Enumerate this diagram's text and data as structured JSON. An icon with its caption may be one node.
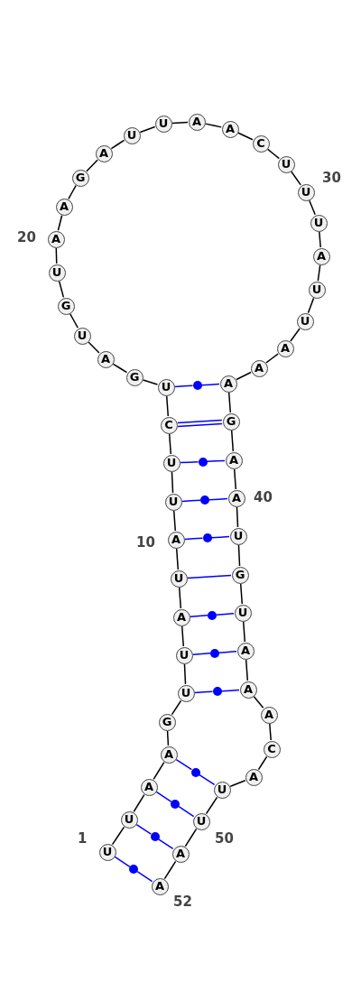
{
  "diagram": {
    "nodes": [
      {
        "text": [
          "U"
        ]
      },
      {
        "text": [
          "U"
        ]
      },
      {
        "text": [
          "A"
        ]
      },
      {
        "text": [
          "A"
        ]
      },
      {
        "text": [
          "G"
        ]
      },
      {
        "text": [
          "U"
        ]
      },
      {
        "text": [
          "U"
        ]
      },
      {
        "text": [
          "A"
        ]
      },
      {
        "text": [
          "U"
        ]
      },
      {
        "text": [
          "A"
        ]
      },
      {
        "text": [
          "U"
        ]
      },
      {
        "text": [
          "U"
        ]
      },
      {
        "text": [
          "C"
        ]
      },
      {
        "text": [
          "U"
        ]
      },
      {
        "text": [
          "G"
        ]
      },
      {
        "text": [
          "A"
        ]
      },
      {
        "text": [
          "U"
        ]
      },
      {
        "text": [
          "G"
        ]
      },
      {
        "text": [
          "U"
        ]
      },
      {
        "text": [
          "A"
        ]
      },
      {
        "text": [
          "A"
        ]
      },
      {
        "text": [
          "G"
        ]
      },
      {
        "text": [
          "A"
        ]
      },
      {
        "text": [
          "U"
        ]
      },
      {
        "text": [
          "U"
        ]
      },
      {
        "text": [
          "A"
        ]
      },
      {
        "text": [
          "A"
        ]
      },
      {
        "text": [
          "C"
        ]
      },
      {
        "text": [
          "U"
        ]
      },
      {
        "text": [
          "U"
        ]
      },
      {
        "text": [
          "U"
        ]
      },
      {
        "text": [
          "A"
        ]
      },
      {
        "text": [
          "U"
        ]
      },
      {
        "text": [
          "U"
        ]
      },
      {
        "text": [
          "A"
        ]
      },
      {
        "text": [
          "A"
        ]
      },
      {
        "text": [
          "A"
        ]
      },
      {
        "text": [
          "G"
        ]
      },
      {
        "text": [
          "A"
        ]
      },
      {
        "text": [
          "A"
        ]
      },
      {
        "text": [
          "U"
        ]
      },
      {
        "text": [
          "G"
        ]
      },
      {
        "text": [
          "U"
        ]
      },
      {
        "text": [
          "A"
        ]
      },
      {
        "text": [
          "A"
        ]
      },
      {
        "text": [
          "A"
        ]
      },
      {
        "text": [
          "C"
        ]
      },
      {
        "text": [
          "A"
        ]
      },
      {
        "text": [
          "U"
        ]
      },
      {
        "text": [
          "U"
        ]
      },
      {
        "text": [
          "A"
        ]
      },
      {
        "text": [
          "A"
        ]
      },
      {
        "text": [],
        "shape": "circle"
      },
      {
        "text": [],
        "shape": "circle"
      },
      {
        "text": [],
        "shape": "circle"
      },
      {
        "text": [],
        "shape": "circle"
      },
      {
        "text": [],
        "shape": "circle"
      },
      {
        "text": [],
        "shape": "circle"
      },
      {
        "text": [],
        "shape": "circle"
      },
      {
        "text": [],
        "shape": "circle"
      },
      {
        "text": [],
        "shape": "circle"
      },
      {
        "text": [],
        "shape": "circle"
      },
      {
        "text": [],
        "shape": "circle"
      }
    ],
    "edges": [
      {
        "from": 0,
        "to": 1,
        "arrow": "none"
      },
      {
        "from": 1,
        "to": 2,
        "arrow": "none"
      },
      {
        "from": 2,
        "to": 3,
        "arrow": "none"
      },
      {
        "from": 3,
        "to": 4,
        "arrow": "none"
      },
      {
        "from": 4,
        "to": 5,
        "arrow": "none"
      },
      {
        "from": 5,
        "to": 6,
        "arrow": "none"
      },
      {
        "from": 6,
        "to": 7,
        "arrow": "none"
      },
      {
        "from": 7,
        "to": 8,
        "arrow": "none"
      },
      {
        "from": 8,
        "to": 9,
        "arrow": "none"
      },
      {
        "from": 9,
        "to": 10,
        "arrow": "none"
      },
      {
        "from": 10,
        "to": 11,
        "arrow": "none"
      },
      {
        "from": 11,
        "to": 12,
        "arrow": "none"
      },
      {
        "from": 12,
        "to": 13,
        "arrow": "none"
      },
      {
        "from": 13,
        "to": 14,
        "arrow": "none"
      },
      {
        "from": 14,
        "to": 15,
        "arrow": "none"
      },
      {
        "from": 15,
        "to": 16,
        "arrow": "none"
      },
      {
        "from": 16,
        "to": 17,
        "arrow": "none"
      },
      {
        "from": 17,
        "to": 18,
        "arrow": "none"
      },
      {
        "from": 18,
        "to": 19,
        "arrow": "none"
      },
      {
        "from": 19,
        "to": 20,
        "arrow": "none"
      },
      {
        "from": 20,
        "to": 21,
        "arrow": "none"
      },
      {
        "from": 21,
        "to": 22,
        "arrow": "none"
      },
      {
        "from": 22,
        "to": 23,
        "arrow": "none"
      },
      {
        "from": 23,
        "to": 24,
        "arrow": "none"
      },
      {
        "from": 24,
        "to": 25,
        "arrow": "none"
      },
      {
        "from": 25,
        "to": 26,
        "arrow": "none"
      },
      {
        "from": 26,
        "to": 27,
        "arrow": "none"
      },
      {
        "from": 27,
        "to": 28,
        "arrow": "none"
      },
      {
        "from": 28,
        "to": 29,
        "arrow": "none"
      },
      {
        "from": 29,
        "to": 30,
        "arrow": "none"
      },
      {
        "from": 30,
        "to": 31,
        "arrow": "none"
      },
      {
        "from": 31,
        "to": 32,
        "arrow": "none"
      },
      {
        "from": 32,
        "to": 33,
        "arrow": "none"
      },
      {
        "from": 33,
        "to": 34,
        "arrow": "none"
      },
      {
        "from": 34,
        "to": 35,
        "arrow": "none"
      },
      {
        "from": 35,
        "to": 36,
        "arrow": "none"
      },
      {
        "from": 36,
        "to": 37,
        "arrow": "none"
      },
      {
        "from": 37,
        "to": 38,
        "arrow": "none"
      },
      {
        "from": 38,
        "to": 39,
        "arrow": "none"
      },
      {
        "from": 39,
        "to": 40,
        "arrow": "none"
      },
      {
        "from": 40,
        "to": 41,
        "arrow": "none"
      },
      {
        "from": 41,
        "to": 42,
        "arrow": "none"
      },
      {
        "from": 42,
        "to": 43,
        "arrow": "none"
      },
      {
        "from": 43,
        "to": 44,
        "arrow": "none"
      },
      {
        "from": 44,
        "to": 45,
        "arrow": "none"
      },
      {
        "from": 45,
        "to": 46,
        "arrow": "none"
      },
      {
        "from": 46,
        "to": 47,
        "arrow": "none"
      },
      {
        "from": 47,
        "to": 48,
        "arrow": "none"
      },
      {
        "from": 48,
        "to": 49,
        "arrow": "none"
      },
      {
        "from": 49,
        "to": 50,
        "arrow": "none"
      },
      {
        "from": 50,
        "to": 51,
        "arrow": "none"
      },
      {
        "from": 0,
        "to": 62,
        "arrow": "none",
        "color": "#0000ff"
      },
      {
        "from": 62,
        "to": 51,
        "arrow": "none",
        "color": "#0000ff"
      },
      {
        "from": 1,
        "to": 61,
        "arrow": "none",
        "color": "#0000ff"
      },
      {
        "from": 61,
        "to": 50,
        "arrow": "none",
        "color": "#0000ff"
      },
      {
        "from": 2,
        "to": 60,
        "arrow": "none",
        "color": "#0000ff"
      },
      {
        "from": 60,
        "to": 49,
        "arrow": "none",
        "color": "#0000ff"
      },
      {
        "from": 3,
        "to": 59,
        "arrow": "none",
        "color": "#0000ff"
      },
      {
        "from": 59,
        "to": 48,
        "arrow": "none",
        "color": "#0000ff"
      },
      {
        "from": 5,
        "to": 58,
        "arrow": "none",
        "color": "#0000ff"
      },
      {
        "from": 58,
        "to": 44,
        "arrow": "none",
        "color": "#0000ff"
      },
      {
        "from": 6,
        "to": 57,
        "arrow": "none",
        "color": "#0000ff"
      },
      {
        "from": 57,
        "to": 43,
        "arrow": "none",
        "color": "#0000ff"
      },
      {
        "from": 7,
        "to": 56,
        "arrow": "none",
        "color": "#0000ff"
      },
      {
        "from": 56,
        "to": 42,
        "arrow": "none",
        "color": "#0000ff"
      },
      {
        "from": 8,
        "to": 41,
        "arrow": "none",
        "color": "#0000ff"
      },
      {
        "from": 9,
        "to": 55,
        "arrow": "none",
        "color": "#0000ff"
      },
      {
        "from": 55,
        "to": 40,
        "arrow": "none",
        "color": "#0000ff"
      },
      {
        "from": 10,
        "to": 54,
        "arrow": "none",
        "color": "#0000ff"
      },
      {
        "from": 54,
        "to": 39,
        "arrow": "none",
        "color": "#0000ff"
      },
      {
        "from": 11,
        "to": 53,
        "arrow": "none",
        "color": "#0000ff"
      },
      {
        "from": 53,
        "to": 38,
        "arrow": "none",
        "color": "#0000ff"
      },
      {
        "from": 12,
        "to": 37,
        "arrow": "none",
        "color": "#0000ff"
      },
      {
        "from": 12,
        "to": 37,
        "arrow": "none",
        "color": "#0000ff"
      },
      {
        "from": 13,
        "to": 52,
        "arrow": "none",
        "color": "#0000ff"
      },
      {
        "from": 52,
        "to": 36,
        "arrow": "none",
        "color": "#0000ff"
      }
    ],
    "labels": [
      "1",
      "10",
      "20",
      "30",
      "40",
      "50",
      "52"
    ]
  }
}
